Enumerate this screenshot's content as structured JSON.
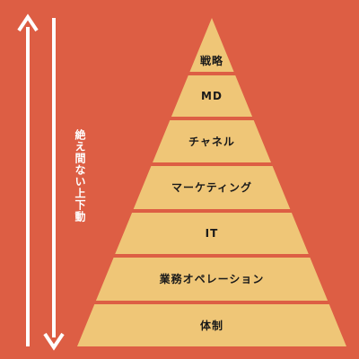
{
  "colors": {
    "background": "#dd5e44",
    "pyramid_fill": "#efc677",
    "arrow": "#ffffff"
  },
  "side_label": "絶え間ない上下動",
  "levels": [
    {
      "label": "戦略"
    },
    {
      "label": "MD"
    },
    {
      "label": "チャネル"
    },
    {
      "label": "マーケティング"
    },
    {
      "label": "IT"
    },
    {
      "label": "業務オペレーション"
    },
    {
      "label": "体制"
    }
  ]
}
